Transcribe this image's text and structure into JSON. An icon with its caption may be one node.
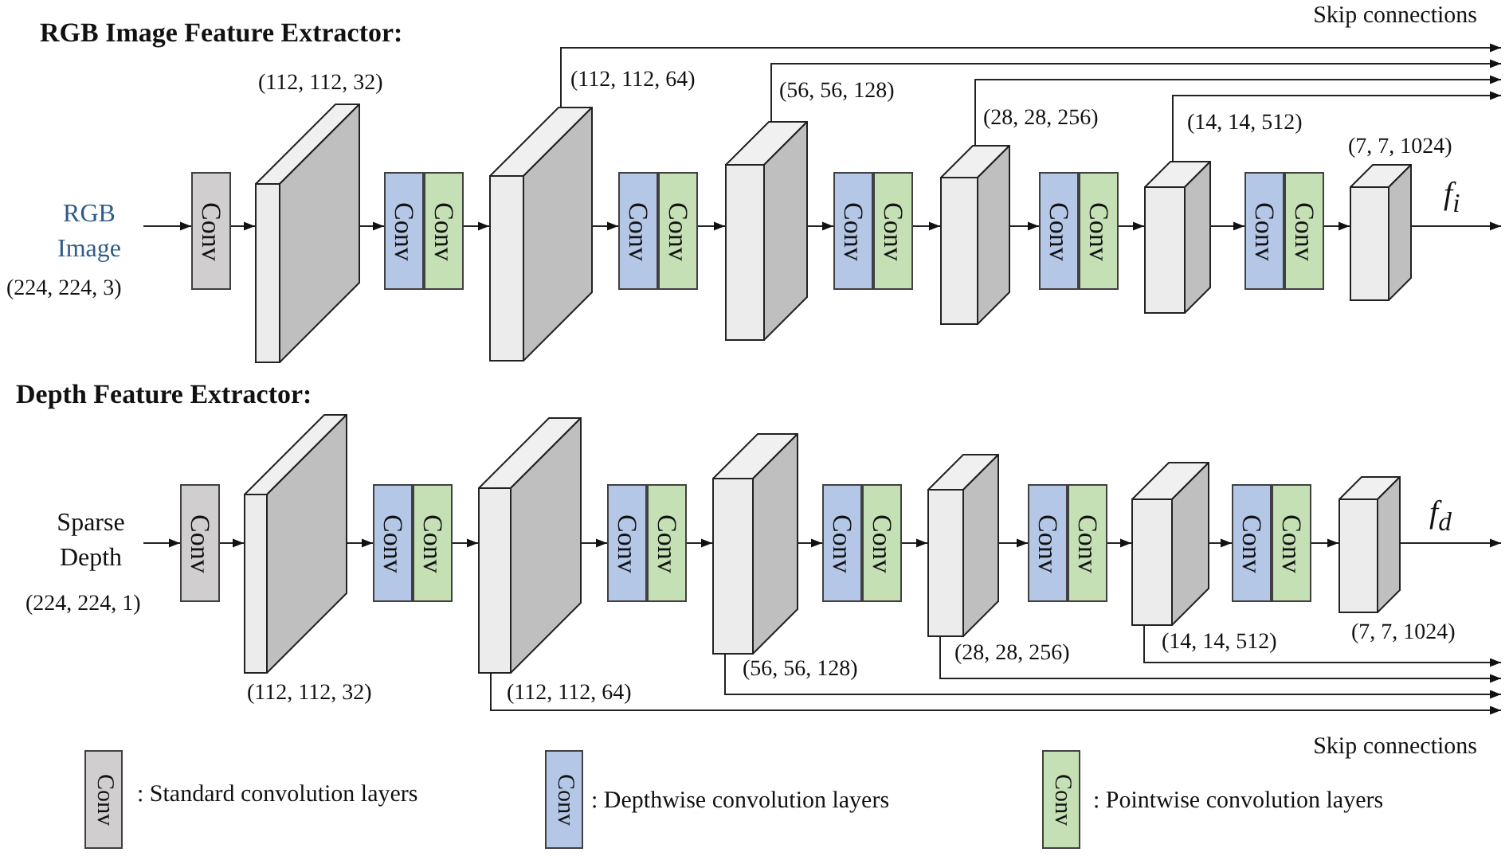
{
  "diagram": {
    "nodes": [
      {
        "text": [
          "RGB Image"
        ],
        "beside": [
          "(224, 224, 3)"
        ]
      },
      {
        "text": [
          "Conv"
        ]
      },
      {
        "text": [],
        "shape": "box",
        "beside": [
          "(112, 112, 32)"
        ]
      },
      {
        "text": [
          "Conv"
        ]
      },
      {
        "text": [
          "Conv"
        ]
      },
      {
        "text": [],
        "shape": "box",
        "beside": [
          "(112, 112, 64)"
        ]
      },
      {
        "text": [
          "Conv"
        ]
      },
      {
        "text": [
          "Conv"
        ]
      },
      {
        "text": [],
        "shape": "box",
        "beside": [
          "(56, 56, 128)"
        ]
      },
      {
        "text": [
          "Conv"
        ]
      },
      {
        "text": [
          "Conv"
        ]
      },
      {
        "text": [],
        "shape": "box",
        "beside": [
          "(28, 28, 256)"
        ]
      },
      {
        "text": [
          "Conv"
        ]
      },
      {
        "text": [
          "Conv"
        ]
      },
      {
        "text": [],
        "shape": "box",
        "beside": [
          "(14, 14, 512)"
        ]
      },
      {
        "text": [
          "Conv"
        ]
      },
      {
        "text": [
          "Conv"
        ]
      },
      {
        "text": [],
        "shape": "box",
        "beside": [
          "(7, 7, 1024)"
        ]
      },
      {
        "text": [
          "Sparse Depth"
        ],
        "beside": [
          "(224, 224, 1)"
        ]
      },
      {
        "text": [
          "Conv"
        ]
      },
      {
        "text": [],
        "shape": "box",
        "beside": [
          "(112, 112, 32)"
        ]
      },
      {
        "text": [
          "Conv"
        ]
      },
      {
        "text": [
          "Conv"
        ]
      },
      {
        "text": [],
        "shape": "box",
        "beside": [
          "(112, 112, 64)"
        ]
      },
      {
        "text": [
          "Conv"
        ]
      },
      {
        "text": [
          "Conv"
        ]
      },
      {
        "text": [],
        "shape": "box",
        "beside": [
          "(56, 56, 128)"
        ]
      },
      {
        "text": [
          "Conv"
        ]
      },
      {
        "text": [
          "Conv"
        ]
      },
      {
        "text": [],
        "shape": "box",
        "beside": [
          "(28, 28, 256)"
        ]
      },
      {
        "text": [
          "Conv"
        ]
      },
      {
        "text": [
          "Conv"
        ]
      },
      {
        "text": [],
        "shape": "box",
        "beside": [
          "(14, 14, 512)"
        ]
      },
      {
        "text": [
          "Conv"
        ]
      },
      {
        "text": [
          "Conv"
        ]
      },
      {
        "text": [],
        "shape": "box",
        "beside": [
          "(7, 7, 1024)"
        ]
      }
    ],
    "edges": [
      {
        "from": 0,
        "to": 1,
        "arrow": "to"
      },
      {
        "from": 1,
        "to": 2,
        "arrow": "to"
      },
      {
        "from": 2,
        "to": 3,
        "arrow": "to"
      },
      {
        "from": 4,
        "to": 5,
        "arrow": "to"
      },
      {
        "from": 5,
        "to": 6,
        "arrow": "to"
      },
      {
        "from": 7,
        "to": 8,
        "arrow": "to"
      },
      {
        "from": 8,
        "to": 9,
        "arrow": "to"
      },
      {
        "from": 10,
        "to": 11,
        "arrow": "to"
      },
      {
        "from": 11,
        "to": 12,
        "arrow": "to"
      },
      {
        "from": 13,
        "to": 14,
        "arrow": "to"
      },
      {
        "from": 14,
        "to": 15,
        "arrow": "to"
      },
      {
        "from": 16,
        "to": 17,
        "arrow": "to"
      },
      {
        "from": 17,
        "to": null,
        "arrow": "to",
        "label": "f$_{i}$"
      },
      {
        "from": 5,
        "to": null,
        "arrow": "to"
      },
      {
        "from": 8,
        "to": null,
        "arrow": "to"
      },
      {
        "from": 11,
        "to": null,
        "arrow": "to"
      },
      {
        "from": 14,
        "to": null,
        "arrow": "to"
      },
      {
        "from": 18,
        "to": 19,
        "arrow": "to"
      },
      {
        "from": 19,
        "to": 20,
        "arrow": "to"
      },
      {
        "from": 20,
        "to": 21,
        "arrow": "to"
      },
      {
        "from": 22,
        "to": 23,
        "arrow": "to"
      },
      {
        "from": 23,
        "to": 24,
        "arrow": "to"
      },
      {
        "from": 25,
        "to": 26,
        "arrow": "to"
      },
      {
        "from": 26,
        "to": 27,
        "arrow": "to"
      },
      {
        "from": 28,
        "to": 29,
        "arrow": "to"
      },
      {
        "from": 29,
        "to": 30,
        "arrow": "to"
      },
      {
        "from": 31,
        "to": 32,
        "arrow": "to"
      },
      {
        "from": 32,
        "to": 33,
        "arrow": "to"
      },
      {
        "from": 34,
        "to": 35,
        "arrow": "to"
      },
      {
        "from": 35,
        "to": null,
        "arrow": "to",
        "label": "f$_{d}$"
      },
      {
        "from": 23,
        "to": null,
        "arrow": "to"
      },
      {
        "from": 26,
        "to": null,
        "arrow": "to"
      },
      {
        "from": 29,
        "to": null,
        "arrow": "to"
      },
      {
        "from": 32,
        "to": null,
        "arrow": "to"
      }
    ],
    "labels": [
      "RGB Image Feature Extractor:",
      "Skip connections",
      "Depth Feature Extractor:",
      "Skip connections",
      "Conv",
      "Conv",
      "Conv"
    ],
    "legend": [
      {
        "text": ": Standard convolution layers",
        "color": "#d0cece"
      },
      {
        "text": ": Depthwise convolution layers",
        "color": "#b4c7e7"
      },
      {
        "text": ": Pointwise convolution layers",
        "color": "#c5e0b4"
      }
    ]
  }
}
